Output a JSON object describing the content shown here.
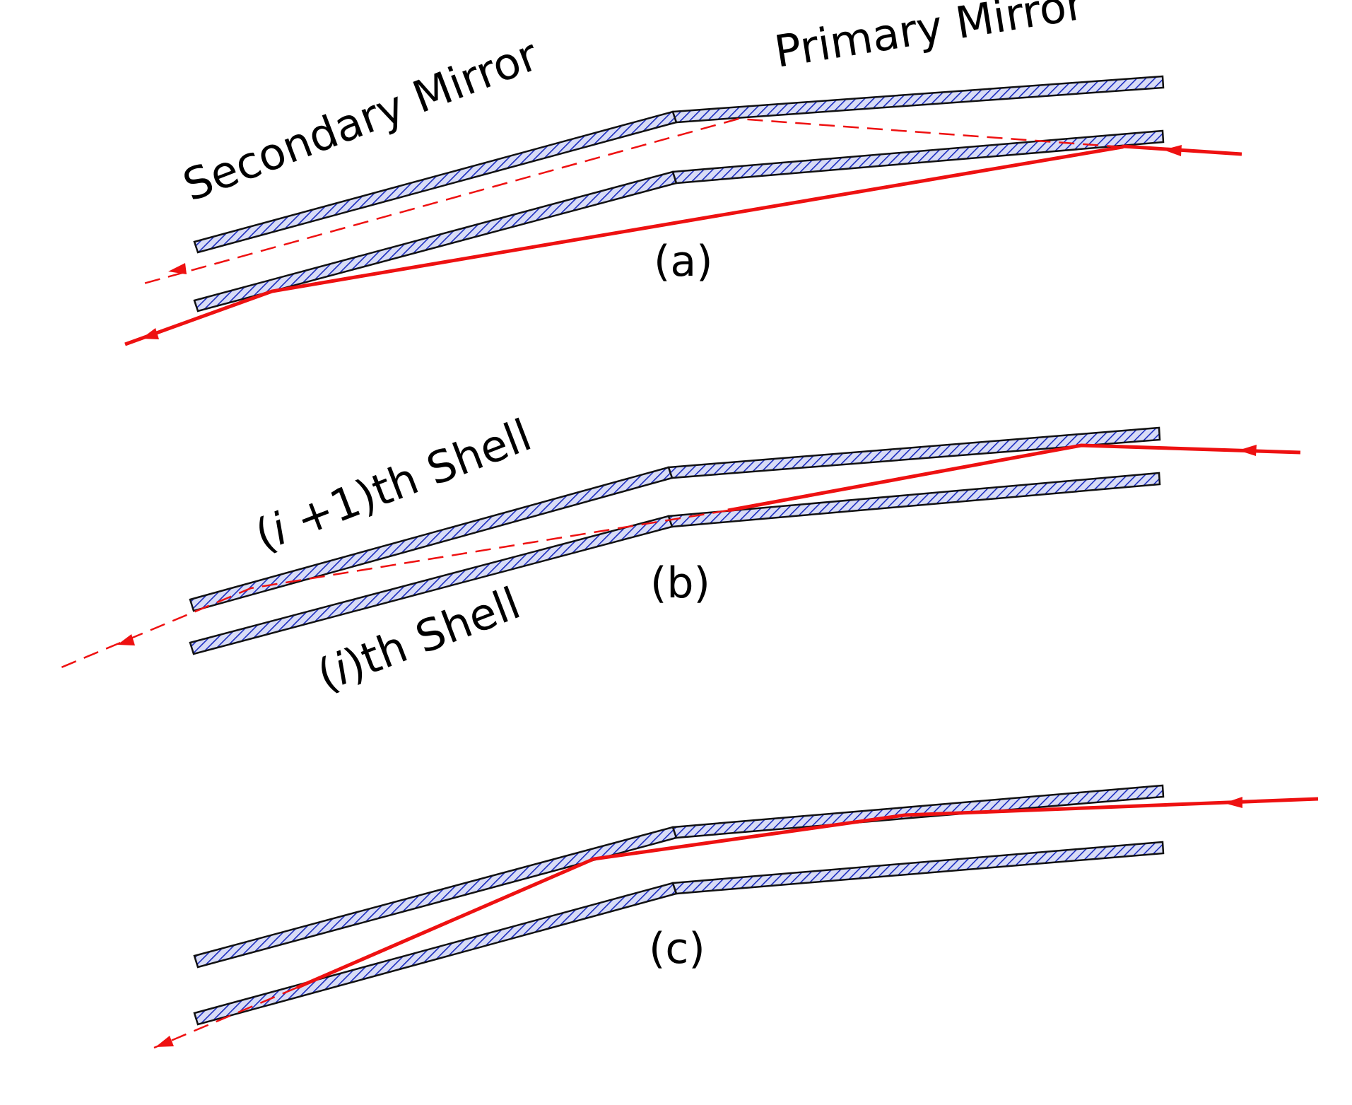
{
  "labels": {
    "primary_mirror": "Primary Mirror",
    "secondary_mirror": "Secondary Mirror",
    "panel_a": "(a)",
    "panel_b": "(b)",
    "panel_c": "(c)",
    "shell_outer_open": "(",
    "shell_outer_index": "i",
    "shell_outer_rest": " +1)th Shell",
    "shell_inner_open": "(",
    "shell_inner_index": "i",
    "shell_inner_rest": ")th Shell"
  },
  "colors": {
    "ray": "#ee1111",
    "mirror_fill": "#d8dcf6",
    "mirror_hatch": "#1a2bbf",
    "mirror_outline": "#111111",
    "text": "#000000"
  }
}
